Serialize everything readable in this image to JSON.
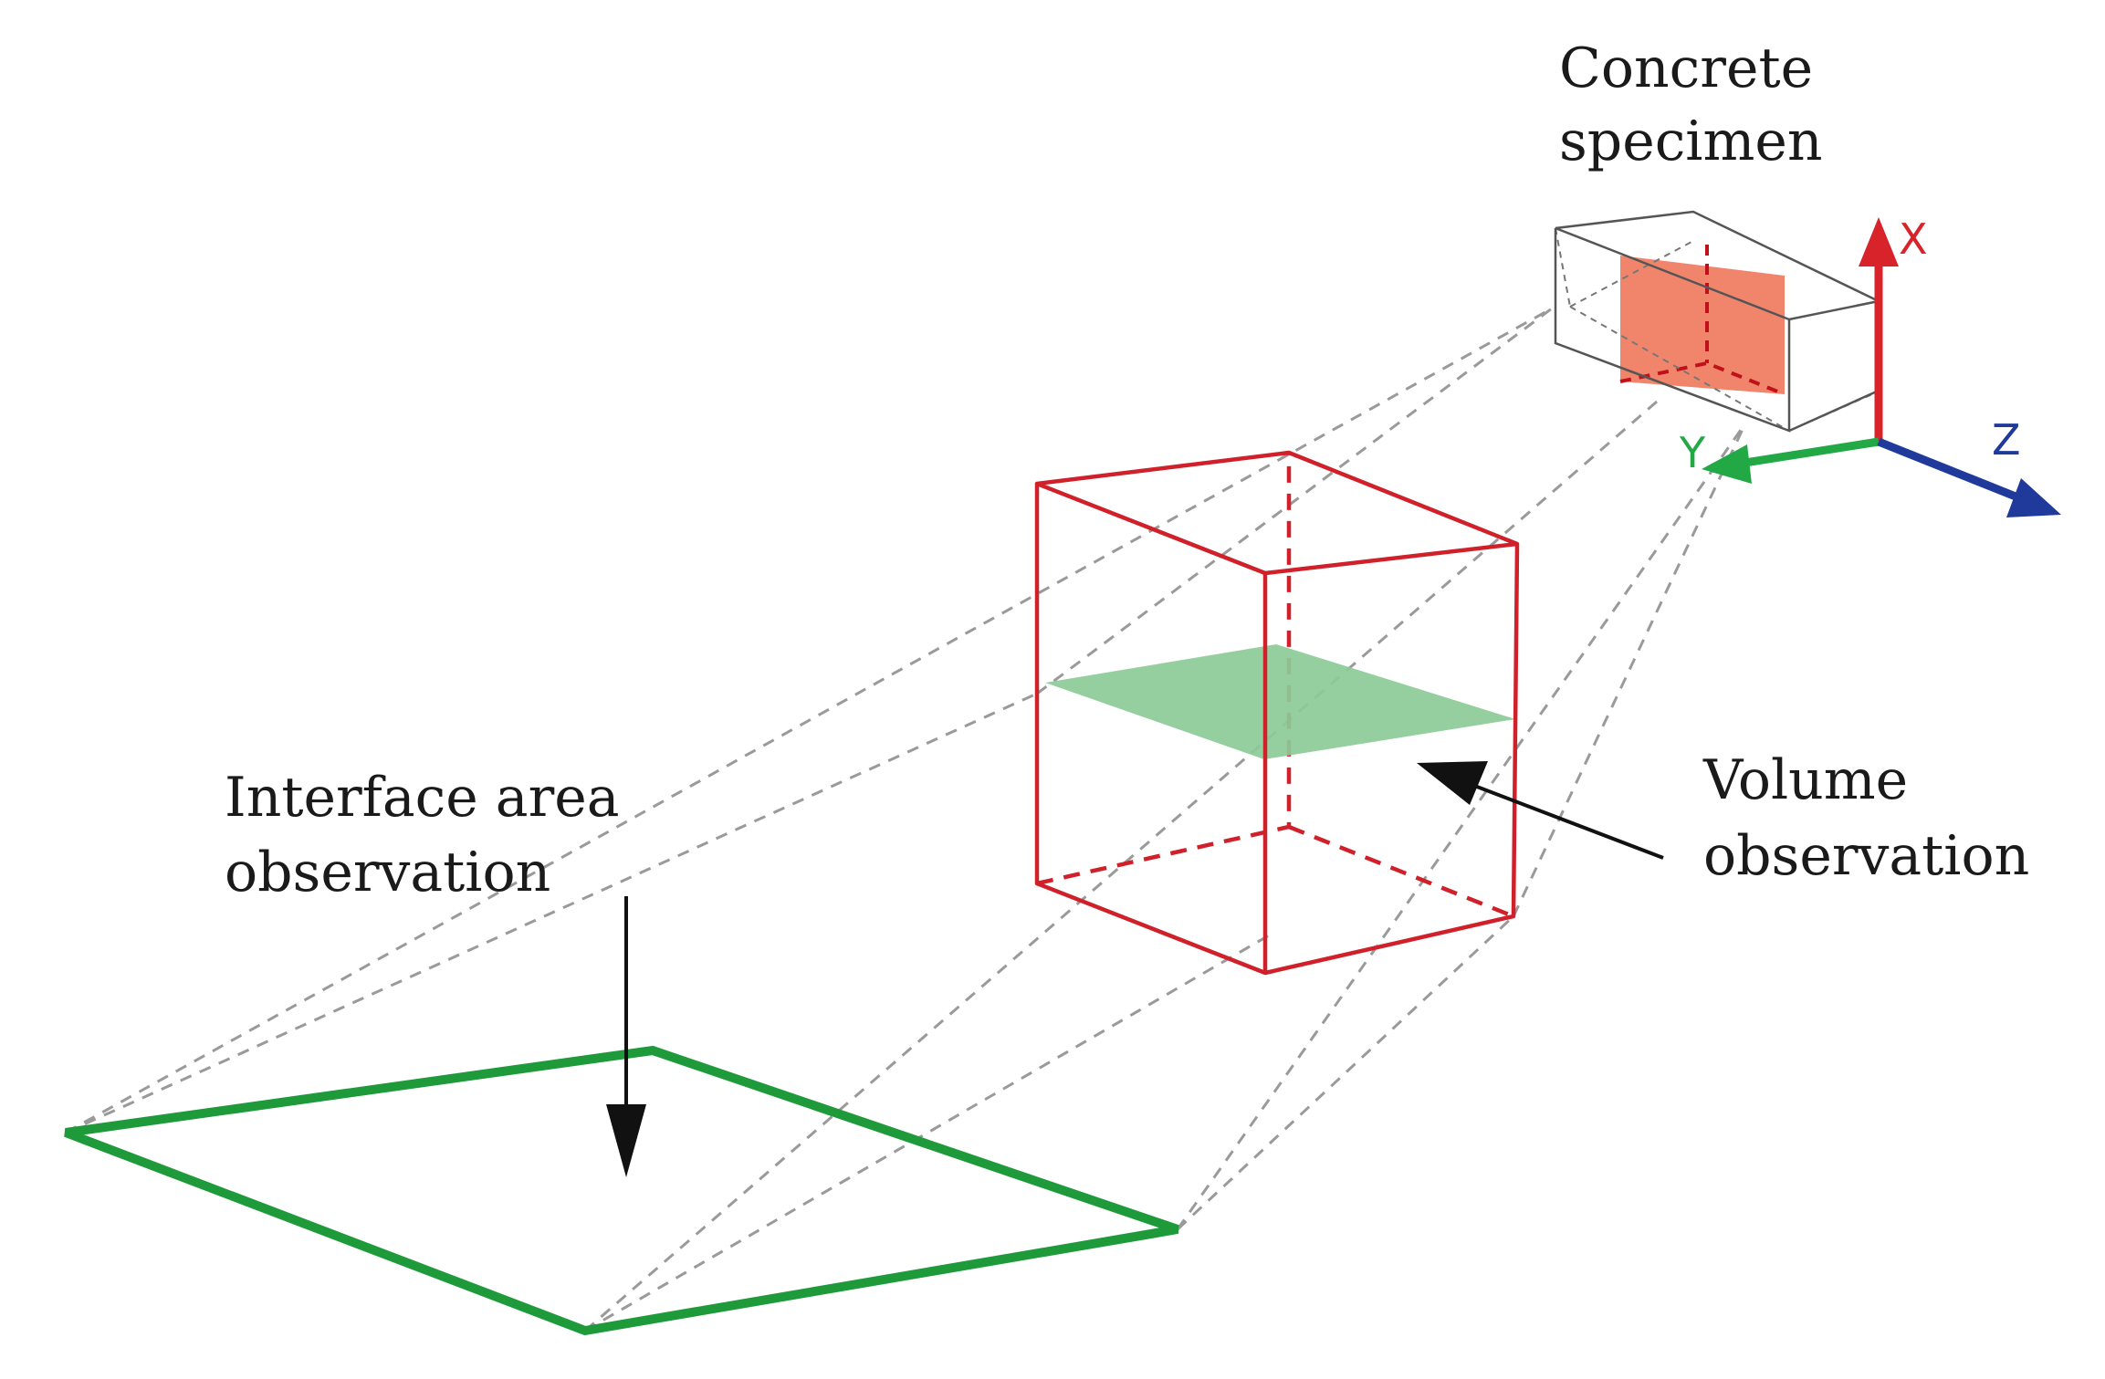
{
  "labels": {
    "concrete_specimen": [
      "Concrete",
      "specimen"
    ],
    "volume_observation": [
      "Volume",
      "observation"
    ],
    "interface_area_observation": [
      "Interface area",
      "observation"
    ]
  },
  "axes": {
    "x": "X",
    "y": "Y",
    "z": "Z"
  },
  "colors": {
    "x_axis": "#d8232a",
    "y_axis": "#22a844",
    "z_axis": "#1f3a9a",
    "volume_box": "#d0202a",
    "specimen_fill": "#ee7052",
    "interface_frame": "#1f9a3a",
    "slice_fill": "#8ccb98",
    "guide_lines": "#9a9a9a"
  }
}
